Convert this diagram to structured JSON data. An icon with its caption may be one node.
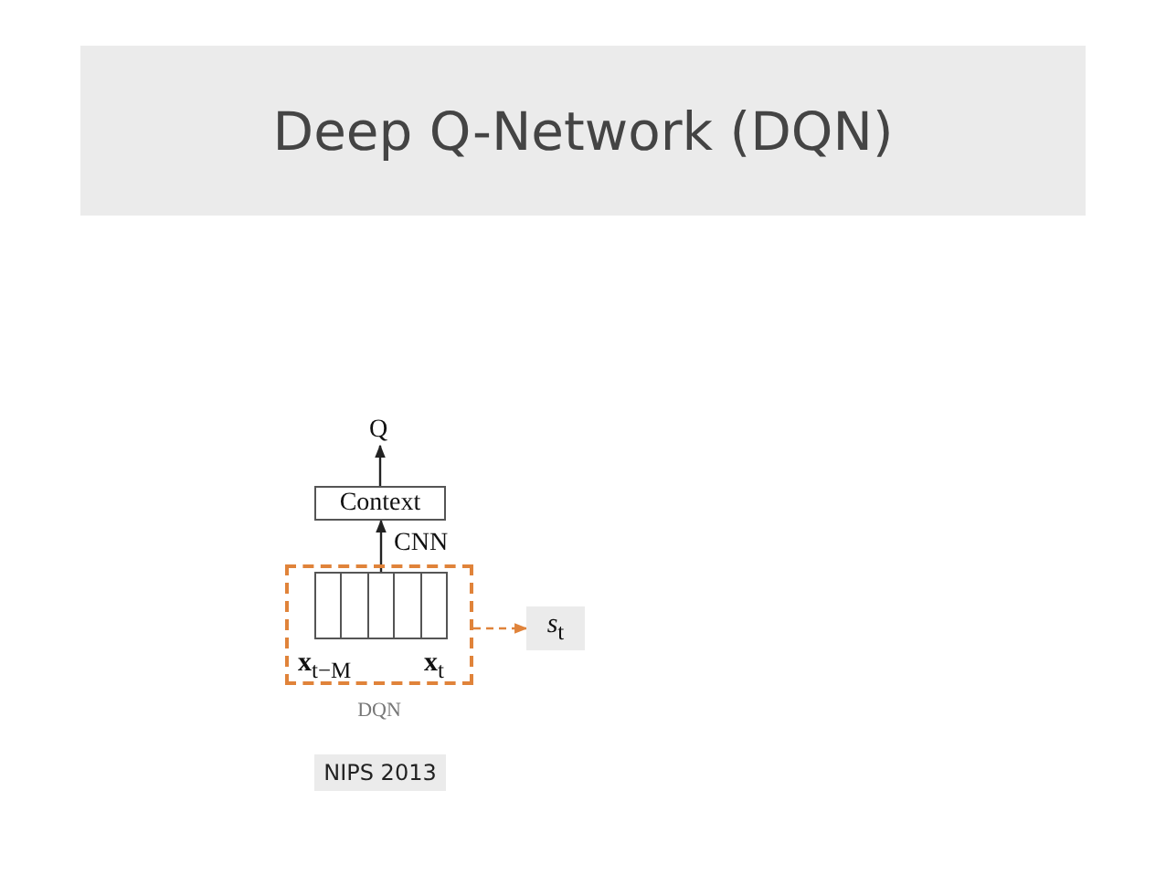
{
  "diagram": {
    "title": "Deep Q-Network (DQN)",
    "nodes": [
      {
        "text": [
          "Q"
        ]
      },
      {
        "text": [
          "Context"
        ]
      },
      {
        "text": [],
        "shape": "box",
        "beside": [
          "DQN"
        ]
      },
      {
        "text": [],
        "shape": "box",
        "in": 2
      },
      {
        "text": [
          "*s*$_{t}$"
        ]
      }
    ],
    "edges": [
      {
        "from": 3,
        "to": 1,
        "arrow": "to",
        "label": "CNN"
      },
      {
        "from": 1,
        "to": 0,
        "arrow": "to"
      },
      {
        "from": 2,
        "to": 4,
        "arrow": "to",
        "style": "dashed",
        "color": "#e0833a"
      }
    ],
    "labels": [
      "**x**$_{t−M}$",
      "**x**$_{t}$",
      "NIPS 2013"
    ]
  }
}
